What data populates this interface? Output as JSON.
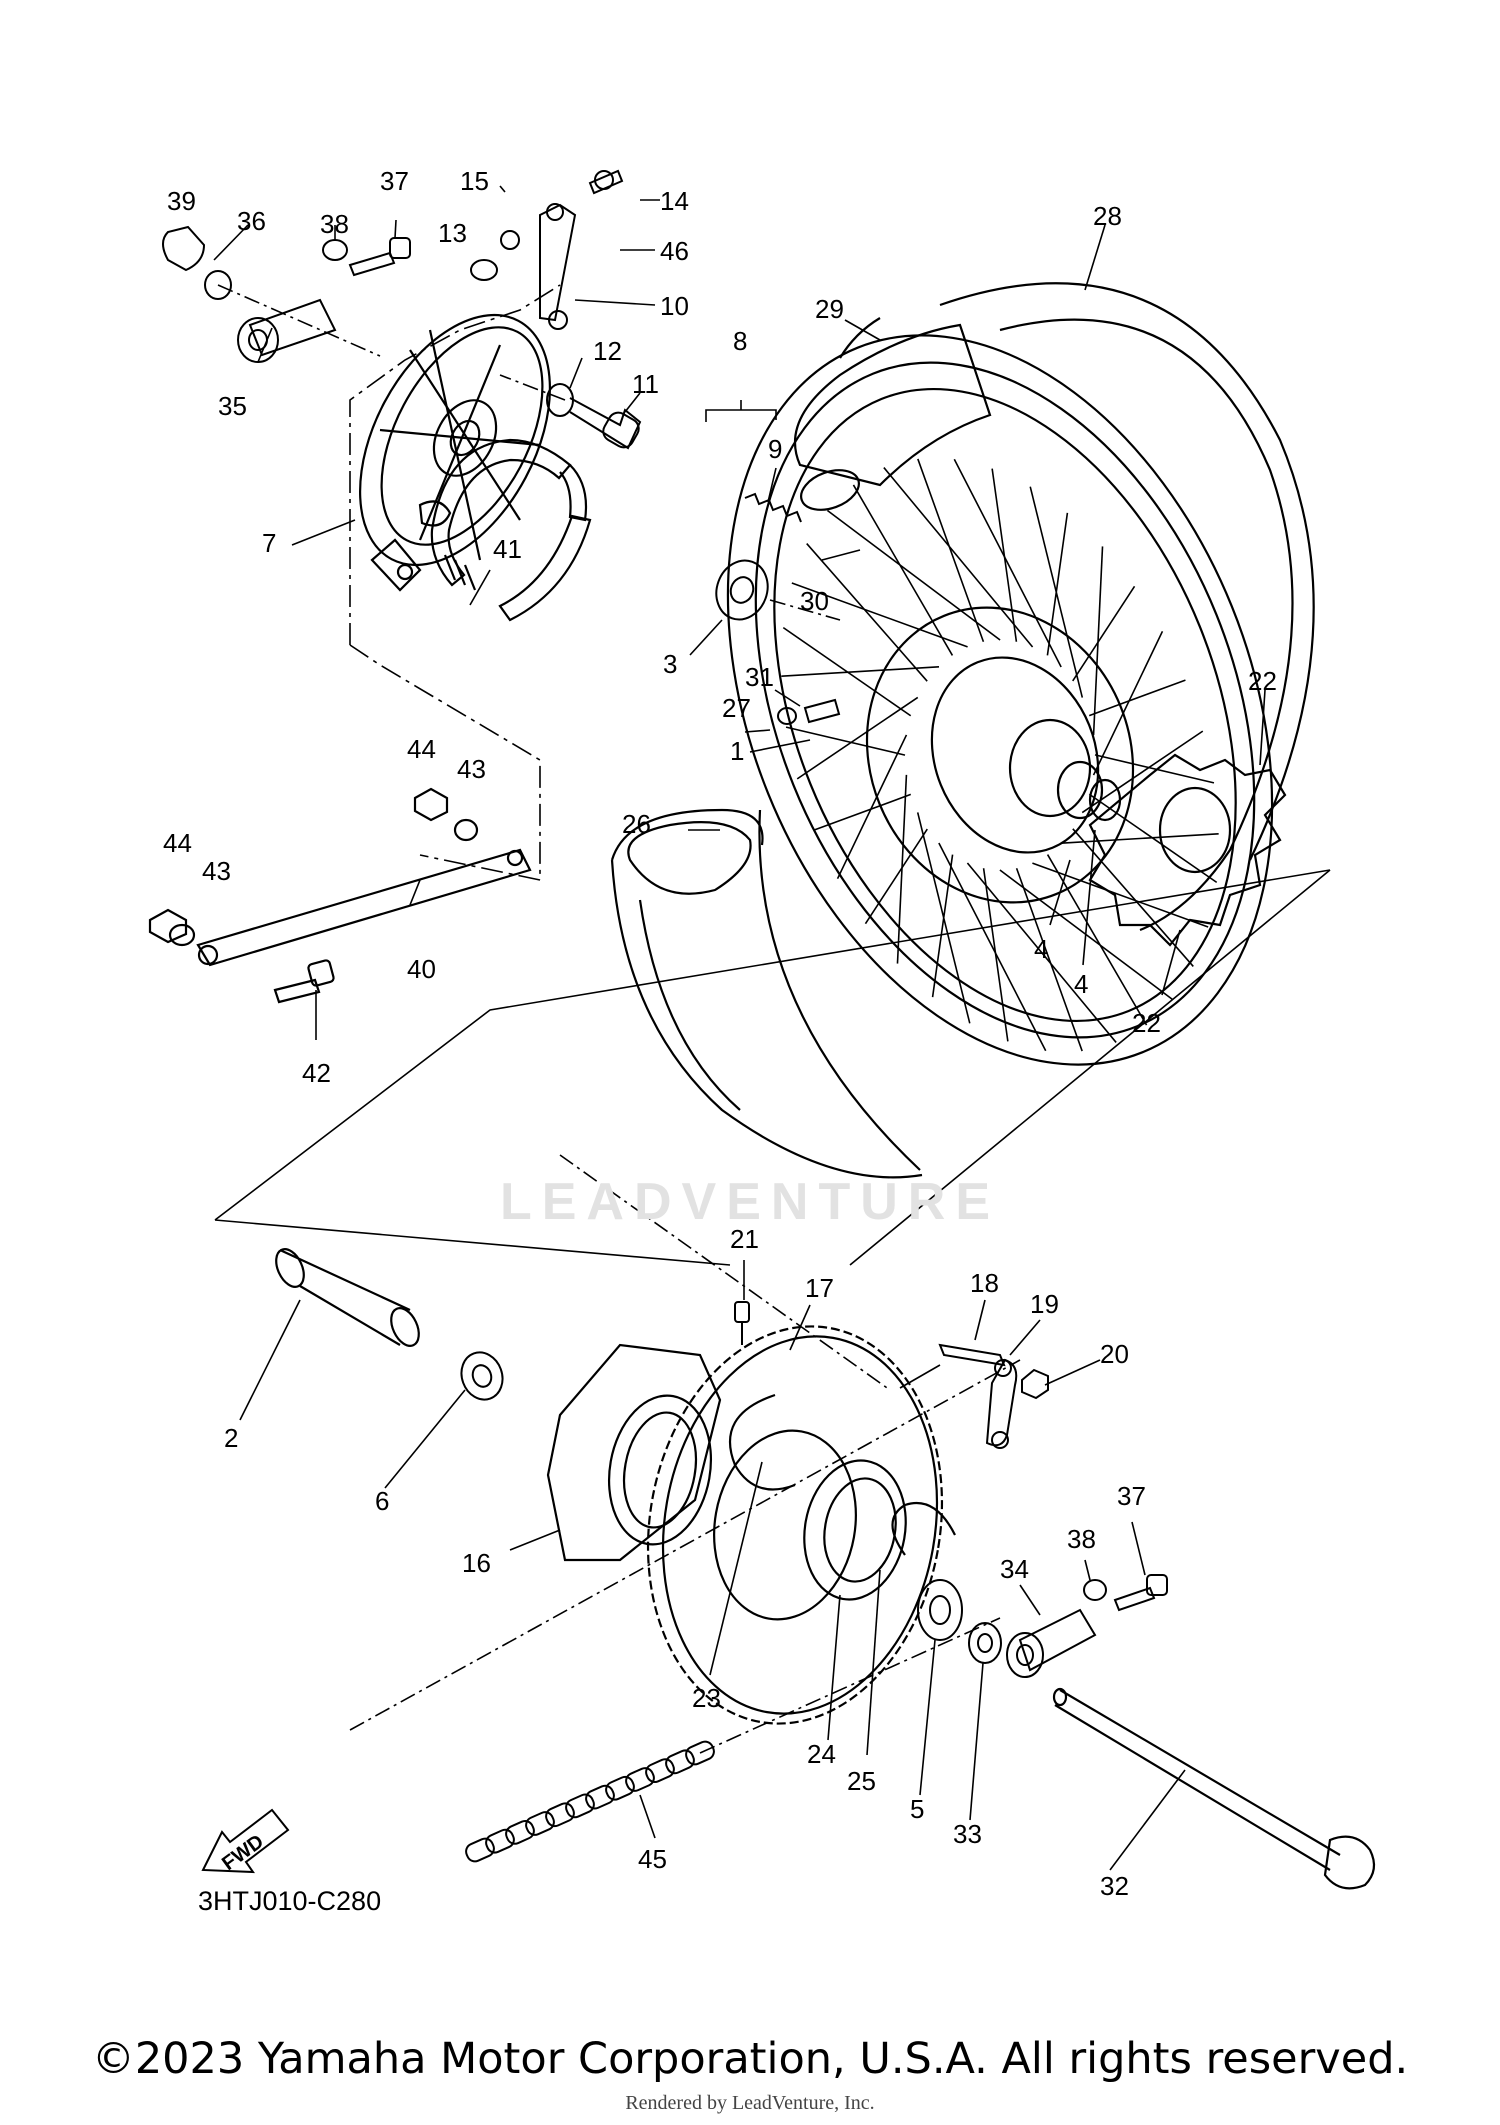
{
  "callouts": [
    {
      "id": "39",
      "text": "39"
    },
    {
      "id": "36",
      "text": "36"
    },
    {
      "id": "38a",
      "text": "38"
    },
    {
      "id": "37a",
      "text": "37"
    },
    {
      "id": "15",
      "text": "15"
    },
    {
      "id": "14",
      "text": "14"
    },
    {
      "id": "13",
      "text": "13"
    },
    {
      "id": "46",
      "text": "46"
    },
    {
      "id": "10",
      "text": "10"
    },
    {
      "id": "28",
      "text": "28"
    },
    {
      "id": "12",
      "text": "12"
    },
    {
      "id": "35",
      "text": "35"
    },
    {
      "id": "11",
      "text": "11"
    },
    {
      "id": "8",
      "text": "8"
    },
    {
      "id": "29",
      "text": "29"
    },
    {
      "id": "9",
      "text": "9"
    },
    {
      "id": "7",
      "text": "7"
    },
    {
      "id": "41",
      "text": "41"
    },
    {
      "id": "30",
      "text": "30"
    },
    {
      "id": "3",
      "text": "3"
    },
    {
      "id": "22a",
      "text": "22"
    },
    {
      "id": "31",
      "text": "31"
    },
    {
      "id": "27",
      "text": "27"
    },
    {
      "id": "1",
      "text": "1"
    },
    {
      "id": "44a",
      "text": "44"
    },
    {
      "id": "43a",
      "text": "43"
    },
    {
      "id": "26",
      "text": "26"
    },
    {
      "id": "44b",
      "text": "44"
    },
    {
      "id": "43b",
      "text": "43"
    },
    {
      "id": "40",
      "text": "40"
    },
    {
      "id": "4a",
      "text": "4"
    },
    {
      "id": "4b",
      "text": "4"
    },
    {
      "id": "22b",
      "text": "22"
    },
    {
      "id": "42",
      "text": "42"
    },
    {
      "id": "21",
      "text": "21"
    },
    {
      "id": "17",
      "text": "17"
    },
    {
      "id": "18",
      "text": "18"
    },
    {
      "id": "19",
      "text": "19"
    },
    {
      "id": "20",
      "text": "20"
    },
    {
      "id": "2",
      "text": "2"
    },
    {
      "id": "6",
      "text": "6"
    },
    {
      "id": "37b",
      "text": "37"
    },
    {
      "id": "16",
      "text": "16"
    },
    {
      "id": "38b",
      "text": "38"
    },
    {
      "id": "34",
      "text": "34"
    },
    {
      "id": "23",
      "text": "23"
    },
    {
      "id": "24",
      "text": "24"
    },
    {
      "id": "25",
      "text": "25"
    },
    {
      "id": "5",
      "text": "5"
    },
    {
      "id": "33",
      "text": "33"
    },
    {
      "id": "45",
      "text": "45"
    },
    {
      "id": "32",
      "text": "32"
    }
  ],
  "fwd_label": "FWD",
  "reference_code": "3HTJ010-C280",
  "watermark": "LEADVENTURE",
  "copyright": "©2023 Yamaha Motor Corporation, U.S.A. All rights reserved.",
  "rendered_by": "Rendered by LeadVenture, Inc."
}
